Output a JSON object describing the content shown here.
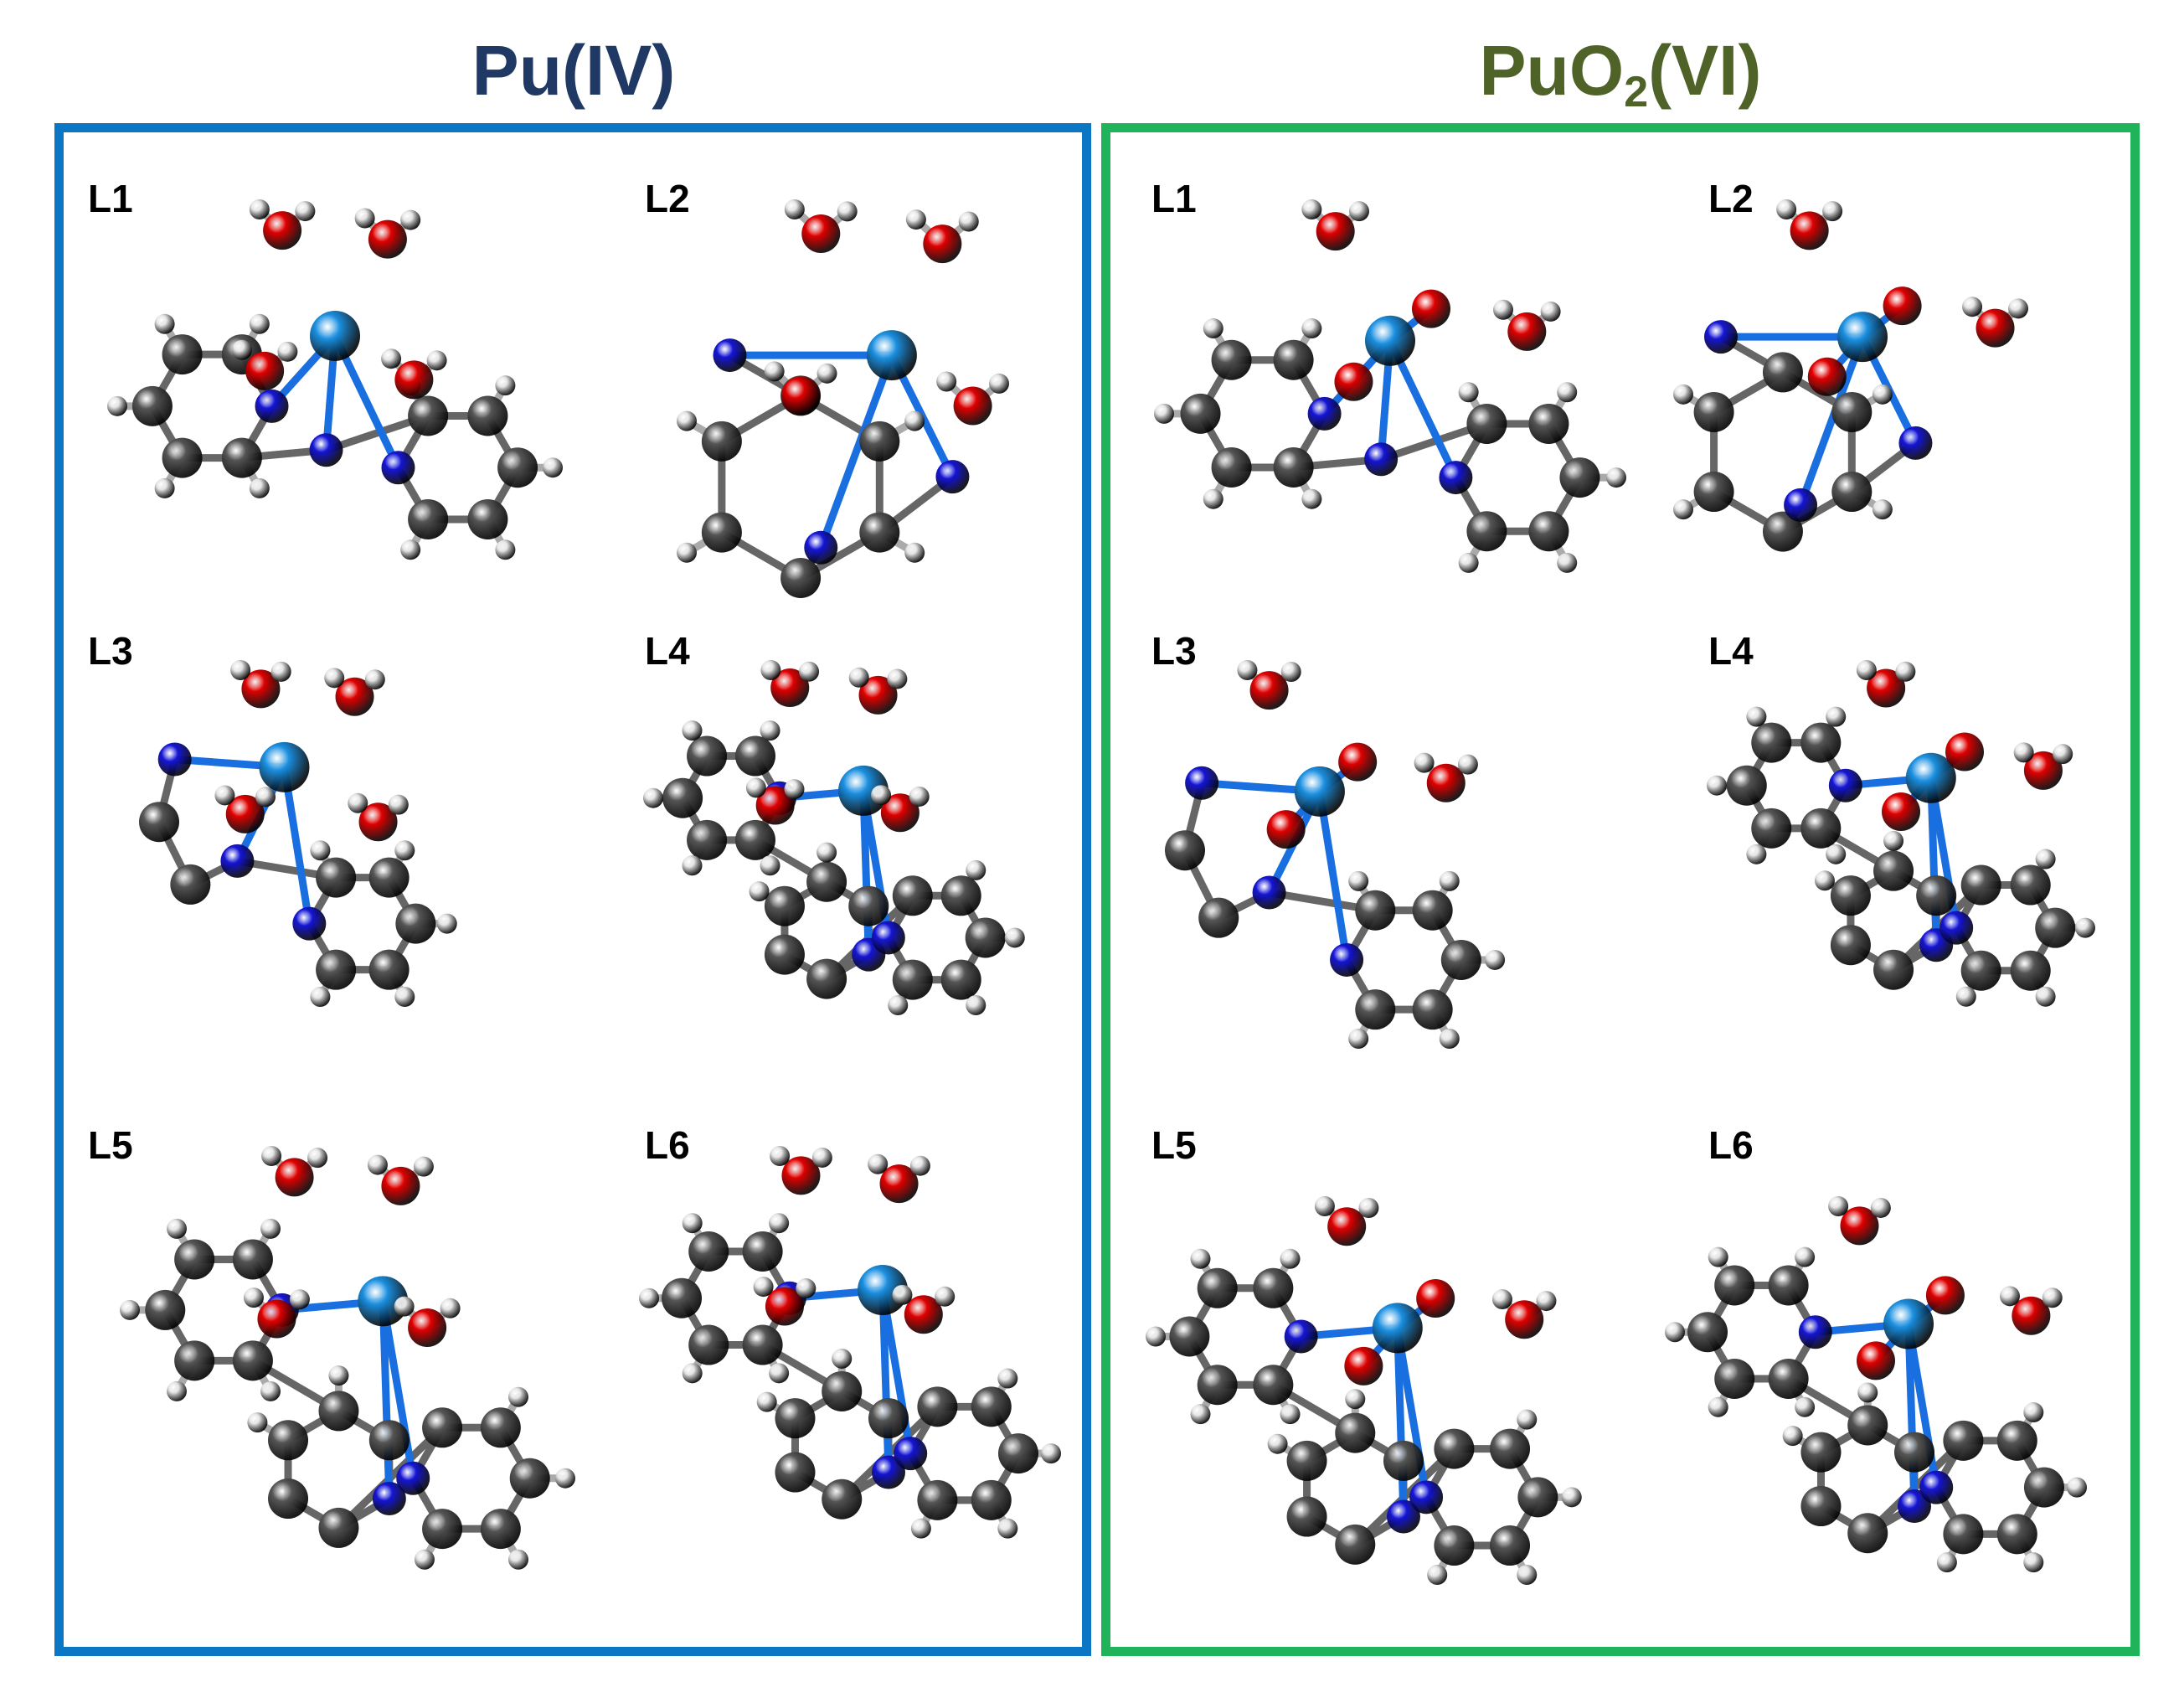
{
  "titles": {
    "left": "Pu(IV)",
    "right_main": "PuO",
    "right_sub": "2",
    "right_suffix": "(VI)"
  },
  "labels": [
    "L1",
    "L2",
    "L3",
    "L4",
    "L5",
    "L6"
  ],
  "colors": {
    "left_border": "#0b76c4",
    "right_border": "#1fb35a",
    "left_title": "#1f3864",
    "right_title": "#4f6228",
    "carbon": "#555555",
    "hydrogen": "#e6e6e6",
    "nitrogen": "#1515d6",
    "oxygen": "#e00000",
    "plutonium": "#1a8fe0"
  }
}
